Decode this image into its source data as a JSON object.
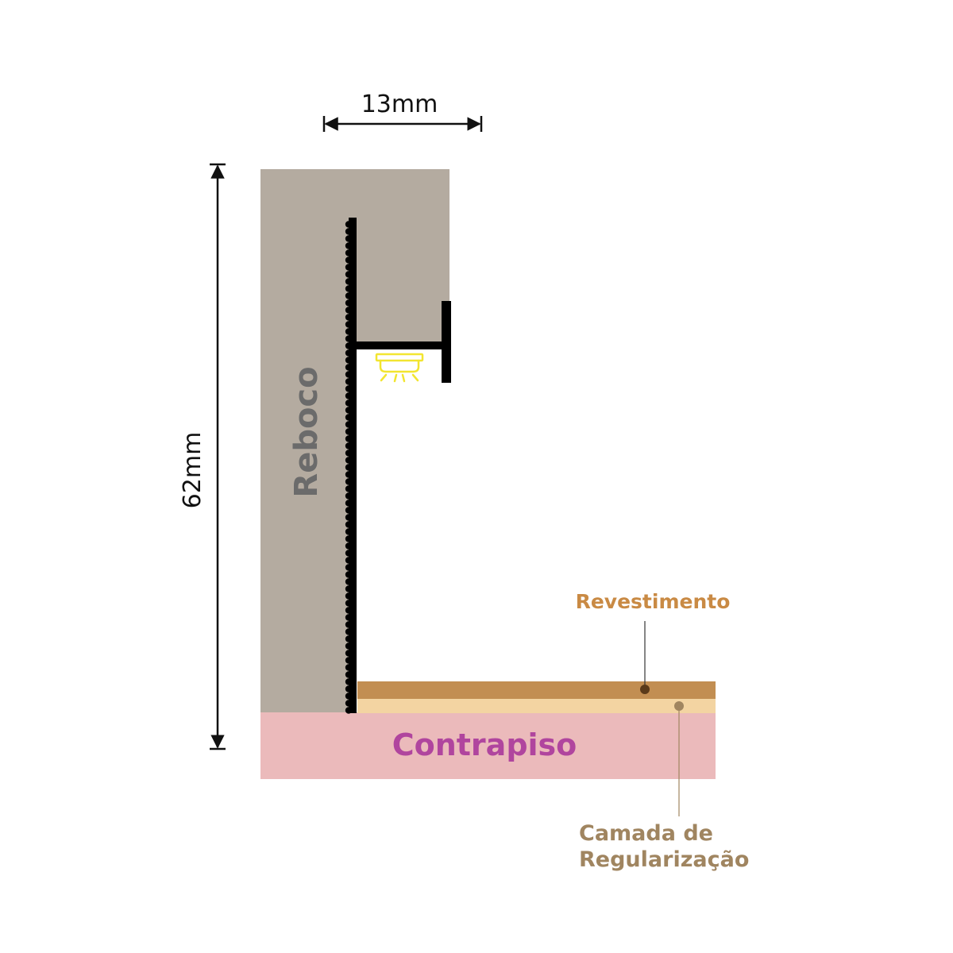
{
  "dimensions": {
    "width_label": "13mm",
    "height_label": "62mm"
  },
  "layers": {
    "reboco": "Reboco",
    "contrapiso": "Contrapiso",
    "revestimento": "Revestimento",
    "camada_line1": "Camada de",
    "camada_line2": "Regularização"
  },
  "colors": {
    "reboco": "#b4aba0",
    "reboco_text": "#6b6b6b",
    "contrapiso": "#ebbabb",
    "contrapiso_text": "#b0459e",
    "revestimento": "#c28e52",
    "revestimento_text": "#c98a44",
    "regularizacao": "#f3d4a2",
    "regularizacao_text": "#a08560",
    "profile": "#000000",
    "light": "#f2e531"
  },
  "icons": {
    "light": "led-light-icon"
  }
}
